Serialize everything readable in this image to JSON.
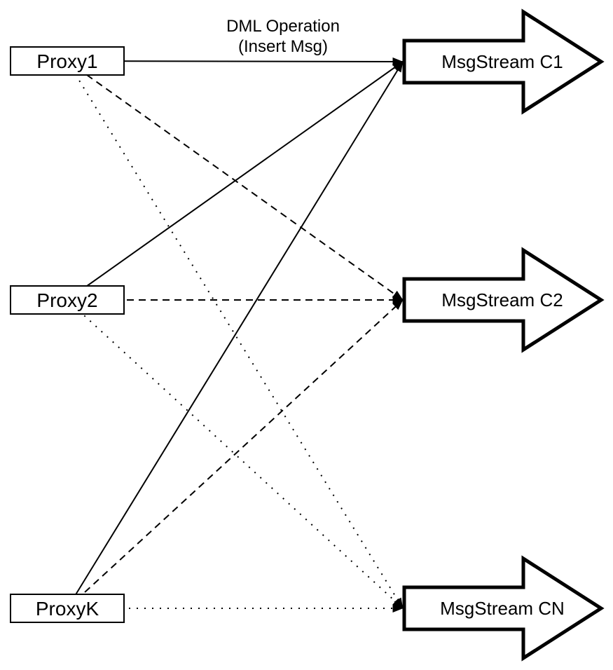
{
  "diagram": {
    "title": {
      "line1": "DML Operation",
      "line2": "(Insert Msg)"
    },
    "proxies": [
      {
        "label": "Proxy1"
      },
      {
        "label": "Proxy2"
      },
      {
        "label": "ProxyK"
      }
    ],
    "streams": [
      {
        "label": "MsgStream C1"
      },
      {
        "label": "MsgStream C2"
      },
      {
        "label": "MsgStream CN"
      }
    ],
    "edges": [
      {
        "from": "Proxy1",
        "to": "MsgStream C1",
        "style": "solid"
      },
      {
        "from": "Proxy2",
        "to": "MsgStream C1",
        "style": "solid"
      },
      {
        "from": "ProxyK",
        "to": "MsgStream C1",
        "style": "solid"
      },
      {
        "from": "Proxy1",
        "to": "MsgStream C2",
        "style": "dashed"
      },
      {
        "from": "Proxy2",
        "to": "MsgStream C2",
        "style": "dashed"
      },
      {
        "from": "ProxyK",
        "to": "MsgStream C2",
        "style": "dashed"
      },
      {
        "from": "Proxy1",
        "to": "MsgStream CN",
        "style": "dotted"
      },
      {
        "from": "Proxy2",
        "to": "MsgStream CN",
        "style": "dotted"
      },
      {
        "from": "ProxyK",
        "to": "MsgStream CN",
        "style": "dotted"
      }
    ],
    "colors": {
      "stroke": "#000000",
      "fill": "#ffffff"
    }
  }
}
